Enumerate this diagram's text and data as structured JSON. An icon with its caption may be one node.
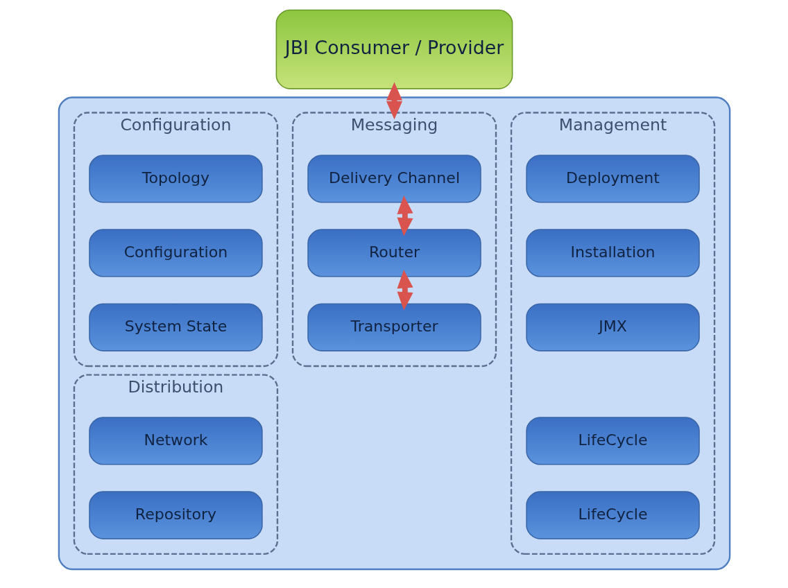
{
  "diagram": {
    "nodes": [
      {
        "text": [
          "JBI Consumer / Provider"
        ]
      },
      {
        "text": [],
        "shape": "box"
      },
      {
        "text": [
          "Configuration"
        ],
        "in": 1
      },
      {
        "text": [
          "Topology"
        ],
        "in": 2
      },
      {
        "text": [
          "Configuration"
        ],
        "in": 2
      },
      {
        "text": [
          "System State"
        ],
        "in": 2
      },
      {
        "text": [
          "Distribution"
        ],
        "in": 1
      },
      {
        "text": [
          "Network"
        ],
        "in": 6
      },
      {
        "text": [
          "Repository"
        ],
        "in": 6
      },
      {
        "text": [
          "Messaging"
        ],
        "in": 1
      },
      {
        "text": [
          "Delivery Channel"
        ],
        "in": 9
      },
      {
        "text": [
          "Router"
        ],
        "in": 9
      },
      {
        "text": [
          "Transporter"
        ],
        "in": 9
      },
      {
        "text": [
          "Management"
        ],
        "in": 1
      },
      {
        "text": [
          "Deployment"
        ],
        "in": 13
      },
      {
        "text": [
          "Installation"
        ],
        "in": 13
      },
      {
        "text": [
          "JMX"
        ],
        "in": 13
      },
      {
        "text": [
          "LifeCycle"
        ],
        "in": 13
      },
      {
        "text": [
          "LifeCycle"
        ],
        "in": 13
      }
    ],
    "edges": [
      {
        "from": 0,
        "to": 9,
        "arrow": "both"
      },
      {
        "from": 10,
        "to": 11,
        "arrow": "both"
      },
      {
        "from": 11,
        "to": 12,
        "arrow": "both"
      }
    ]
  }
}
